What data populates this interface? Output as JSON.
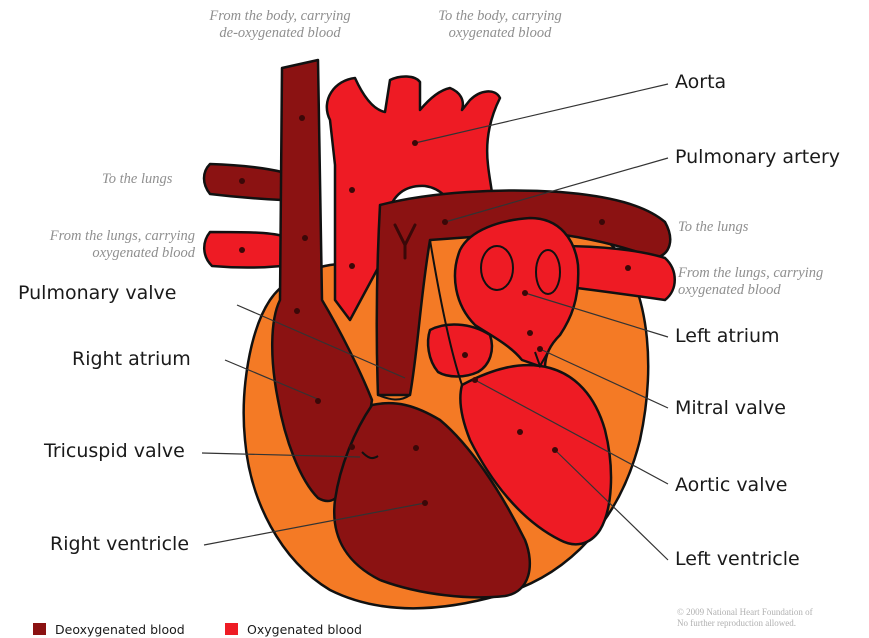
{
  "colors": {
    "deoxygenated": "#8b1212",
    "oxygenated": "#ee1b24",
    "outer_muscle": "#f47a25",
    "outline": "#111111",
    "label_text": "#1a1a1a",
    "note_text": "#8f8f8f"
  },
  "notes": {
    "from_body": [
      "From the body, carrying",
      "de-oxygenated blood"
    ],
    "to_body": [
      "To the body, carrying",
      "oxygenated blood"
    ],
    "to_lungs_left": "To the lungs",
    "from_lungs_left": [
      "From the lungs, carrying",
      "oxygenated blood"
    ],
    "to_lungs_right": "To the lungs",
    "from_lungs_right": [
      "From the lungs, carrying",
      "oxygenated blood"
    ]
  },
  "labels": {
    "aorta": "Aorta",
    "pulmonary_artery": "Pulmonary artery",
    "pulmonary_valve": "Pulmonary valve",
    "right_atrium": "Right atrium",
    "tricuspid_valve": "Tricuspid valve",
    "right_ventricle": "Right ventricle",
    "left_atrium": "Left atrium",
    "mitral_valve": "Mitral valve",
    "aortic_valve": "Aortic valve",
    "left_ventricle": "Left ventricle"
  },
  "legend": {
    "deoxygenated": "Deoxygenated blood",
    "oxygenated": "Oxygenated blood"
  },
  "copyright": [
    "© 2009 National Heart Foundation of",
    "No further reproduction allowed."
  ]
}
